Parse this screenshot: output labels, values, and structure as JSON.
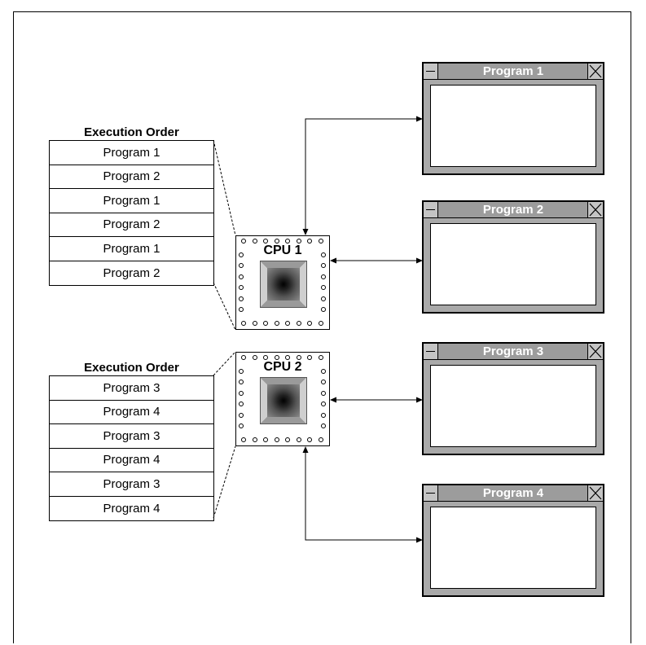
{
  "colors": {
    "window_title_bar": "#9c9c9c",
    "window_border": "#a9a9a9",
    "window_title_text": "#ffffff",
    "line": "#000000"
  },
  "queues": [
    {
      "title": "Execution Order",
      "items": [
        "Program 1",
        "Program 2",
        "Program 1",
        "Program 2",
        "Program 1",
        "Program 2"
      ]
    },
    {
      "title": "Execution Order",
      "items": [
        "Program 3",
        "Program 4",
        "Program 3",
        "Program 4",
        "Program 3",
        "Program 4"
      ]
    }
  ],
  "cpus": [
    {
      "label": "CPU 1",
      "icon": "cpu-chip-icon"
    },
    {
      "label": "CPU 2",
      "icon": "cpu-chip-icon"
    }
  ],
  "windows": [
    {
      "title": "Program 1"
    },
    {
      "title": "Program 2"
    },
    {
      "title": "Program 3"
    },
    {
      "title": "Program 4"
    }
  ]
}
